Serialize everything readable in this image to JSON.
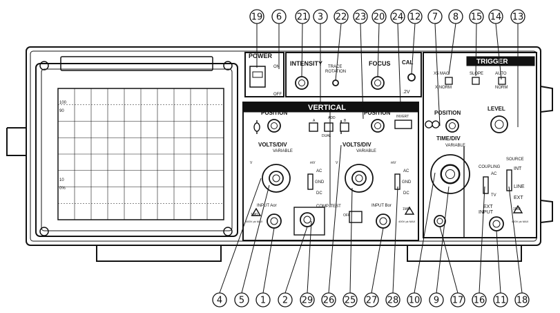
{
  "callouts_top": [
    "19",
    "6",
    "21",
    "3",
    "22",
    "23",
    "20",
    "24",
    "12",
    "7",
    "8",
    "15",
    "14",
    "13"
  ],
  "callouts_bottom": [
    "4",
    "5",
    "1",
    "2",
    "29",
    "26",
    "25",
    "27",
    "28",
    "10",
    "9",
    "17",
    "16",
    "11",
    "18"
  ],
  "panel": {
    "power": "POWER",
    "on": "ON",
    "off": "OFF",
    "intensity": "INTENSITY",
    "trace_rotation_1": "TRACE",
    "trace_rotation_2": "ROTATION",
    "focus": "FOCUS",
    "cal": "CAL",
    "cal_v": ".2V",
    "trigger": "TRIGGER",
    "x5_mag": "X5 MAG",
    "x_norm": "X NORM",
    "slope": "SLOPE",
    "auto": "AUTO",
    "norm": "NORM",
    "vertical": "VERTICAL",
    "position": "POSITION",
    "btn_a": "A",
    "btn_add": "ADD",
    "btn_b": "B",
    "dual": "DUAL",
    "invert": "INVERT",
    "volts_div": "VOLTS/DIV",
    "variable": "VARIABLE",
    "ac": "AC",
    "gnd": "GND",
    "dc": "DC",
    "input_a": "INPUT Aor",
    "input_b": "INPUT Bor",
    "comp_test": "COMP. TEST",
    "onoff": "OFF",
    "time_div": "TIME/DIV",
    "level": "LEVEL",
    "coupling": "COUPLING",
    "c_ac": "AC",
    "c_tv": "TV",
    "source": "SOURCE",
    "s_int": "INT",
    "s_line": "LINE",
    "s_ext": "EXT",
    "ext_input_1": "EXT",
    "ext_input_2": "INPUT",
    "ohm": "1MΩ",
    "max_v": "400V pk MAX",
    "mv": "mV",
    "v": "V",
    "crt_tick_a": "100",
    "crt_tick_b": "90",
    "crt_tick_c": "10",
    "crt_tick_d": "0%"
  }
}
